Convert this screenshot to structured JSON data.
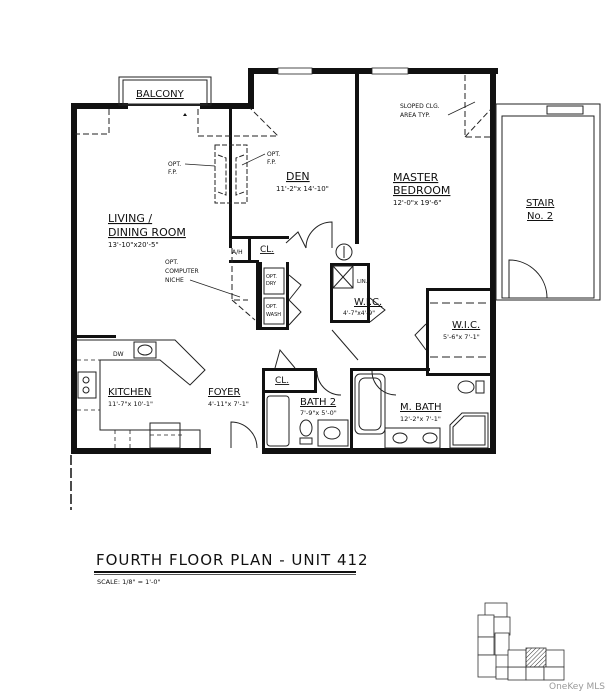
{
  "plan": {
    "title": "FOURTH FLOOR PLAN - UNIT 412",
    "scale": "SCALE: 1/8\" = 1'-0\"",
    "watermark": "OneKey MLS"
  },
  "rooms": {
    "balcony": {
      "name": "BALCONY"
    },
    "living": {
      "name_line1": "LIVING /",
      "name_line2": "DINING ROOM",
      "dims": "13'-10\"x20'-5\""
    },
    "den": {
      "name": "DEN",
      "dims": "11'-2\"x 14'-10\""
    },
    "master_bedroom": {
      "name_line1": "MASTER",
      "name_line2": "BEDROOM",
      "dims": "12'-0\"x 19'-6\""
    },
    "stair": {
      "name_line1": "STAIR",
      "name_line2": "No. 2"
    },
    "kitchen": {
      "name": "KITCHEN",
      "dims": "11'-7\"x 10'-1\""
    },
    "foyer": {
      "name": "FOYER",
      "dims": "4'-11\"x 7'-1\""
    },
    "bath2": {
      "name": "BATH 2",
      "dims": "7'-9\"x 5'-0\""
    },
    "master_bath": {
      "name": "M. BATH",
      "dims": "12'-2\"x 7'-1\""
    },
    "wic1": {
      "name": "W.I.C.",
      "dims": "4'-7\"x4'-9\""
    },
    "wic2": {
      "name": "W.I.C.",
      "dims": "5'-6\"x 7'-1\""
    },
    "closet_hall": {
      "name": "CL."
    },
    "closet_foyer": {
      "name": "CL."
    },
    "linen": {
      "name": "LIN."
    },
    "ah": {
      "name": "A/H"
    },
    "dw": {
      "name": "DW"
    }
  },
  "notes": {
    "opt_fp_left_1": "OPT.",
    "opt_fp_left_2": "F.P.",
    "opt_fp_right_1": "OPT.",
    "opt_fp_right_2": "F.P.",
    "computer_1": "OPT.",
    "computer_2": "COMPUTER",
    "computer_3": "NICHE",
    "sloped_1": "SLOPED CLG.",
    "sloped_2": "AREA TYP.",
    "opt_dry_1": "OPT.",
    "opt_dry_2": "DRY",
    "opt_wash_1": "OPT.",
    "opt_wash_2": "WASH"
  },
  "colors": {
    "wall": "#111111",
    "line": "#222222",
    "hatch": "#333333"
  }
}
